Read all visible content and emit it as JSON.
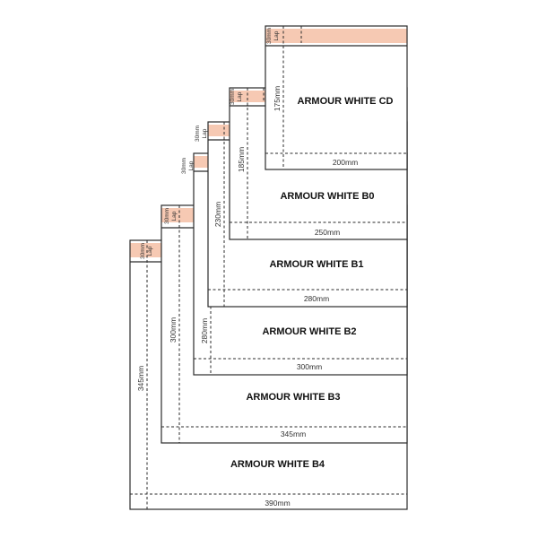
{
  "lap_color": "#f6c9b3",
  "line_color": "#2b2b2b",
  "envelopes": [
    {
      "id": "cd",
      "title": "ARMOUR WHITE CD",
      "width_label": "200mm",
      "height_label": "175mm",
      "lap_label": "30mm",
      "lap_word": "Lap"
    },
    {
      "id": "b0",
      "title": "ARMOUR WHITE B0",
      "width_label": "250mm",
      "height_label": "185mm",
      "lap_label": "30mm",
      "lap_word": "Lap"
    },
    {
      "id": "b1",
      "title": "ARMOUR WHITE B1",
      "width_label": "280mm",
      "height_label": "230mm",
      "lap_label": "30mm",
      "lap_word": "Lap"
    },
    {
      "id": "b2",
      "title": "ARMOUR WHITE B2",
      "width_label": "300mm",
      "height_label": "280mm",
      "lap_label": "30mm",
      "lap_word": "Lap"
    },
    {
      "id": "b3",
      "title": "ARMOUR WHITE B3",
      "width_label": "345mm",
      "height_label": "300mm",
      "lap_label": "30mm",
      "lap_word": "Lap"
    },
    {
      "id": "b4",
      "title": "ARMOUR WHITE B4",
      "width_label": "390mm",
      "height_label": "345mm",
      "lap_label": "30mm",
      "lap_word": "Lap"
    }
  ]
}
